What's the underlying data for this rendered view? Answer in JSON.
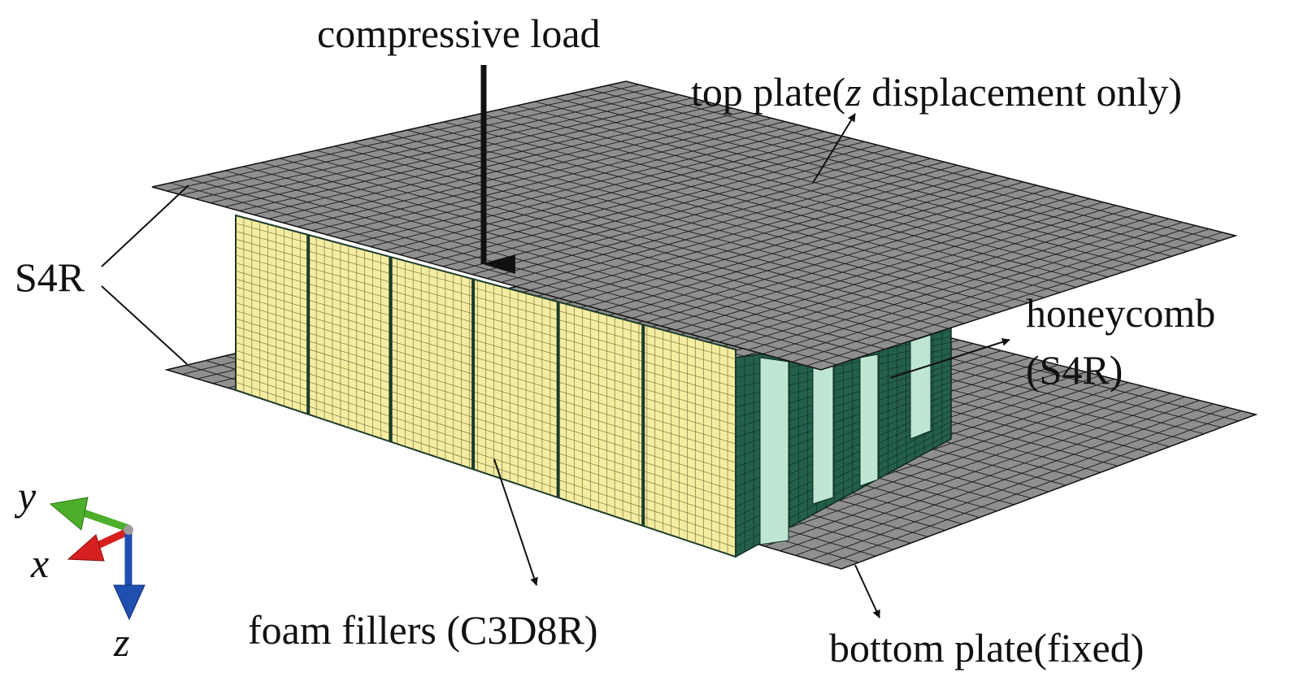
{
  "labels": {
    "compressive_load": "compressive load",
    "top_plate_prefix": "top plate(",
    "top_plate_axis": "z",
    "top_plate_suffix": " displacement only)",
    "s4r": "S4R",
    "honeycomb_line1": "honeycomb",
    "honeycomb_line2": "(S4R)",
    "foam_fillers": "foam fillers (C3D8R)",
    "bottom_plate": "bottom plate(fixed)"
  },
  "axes": {
    "y": "y",
    "x": "x",
    "z": "z"
  },
  "colors": {
    "plate": "#8f8f8f",
    "mesh_line": "#1a1a1a",
    "foam": "#f4eca0",
    "foam_edge": "#1b3a2a",
    "honeycomb_dark": "#245f4b",
    "honeycomb_light": "#bfe6d3",
    "axis_x": "#d62020",
    "axis_y": "#4cae2a",
    "axis_z": "#1f4fb0",
    "leader": "#111111"
  }
}
